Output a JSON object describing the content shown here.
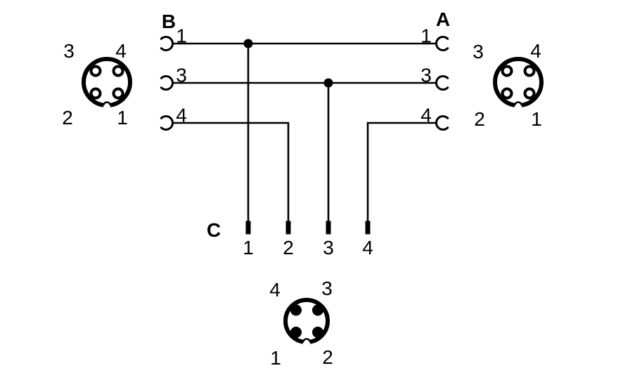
{
  "diagram": "t-connector-pin-wiring",
  "colors": {
    "ink": "#000000",
    "paper": "#ffffff"
  },
  "connectors": {
    "b": {
      "label": "B",
      "wire_pins": [
        "1",
        "3",
        "4"
      ],
      "face_pins": {
        "top_left": "3",
        "top_right": "4",
        "bottom_left": "2",
        "bottom_right": "1"
      }
    },
    "a": {
      "label": "A",
      "wire_pins": [
        "1",
        "3",
        "4"
      ],
      "face_pins": {
        "top_left": "3",
        "top_right": "4",
        "bottom_left": "2",
        "bottom_right": "1"
      }
    },
    "c": {
      "label": "C",
      "wire_pins": [
        "1",
        "2",
        "3",
        "4"
      ],
      "face_pins": {
        "top_left": "4",
        "top_right": "3",
        "bottom_left": "1",
        "bottom_right": "2"
      }
    }
  }
}
